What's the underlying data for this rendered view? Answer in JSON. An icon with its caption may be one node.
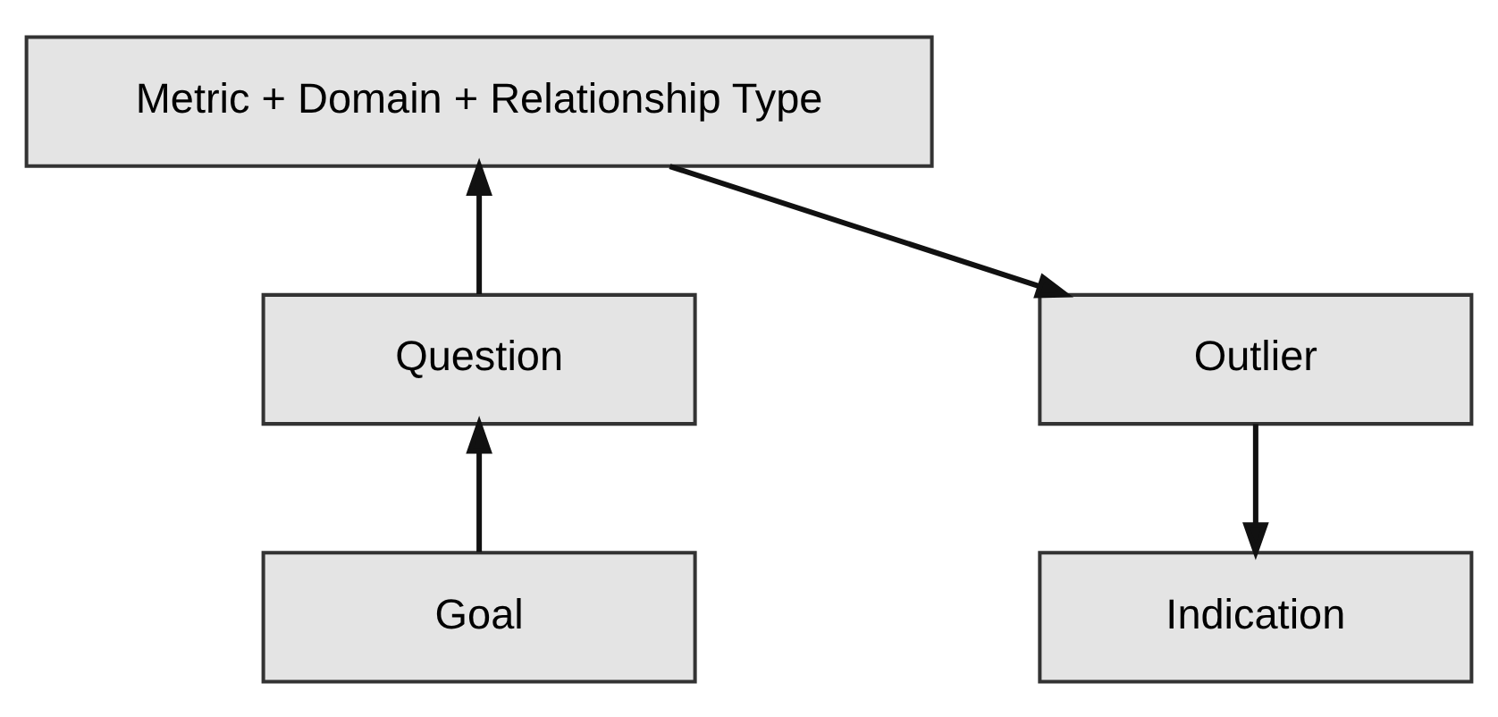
{
  "diagram": {
    "nodes": [
      {
        "text": [
          "Goal"
        ]
      },
      {
        "text": [
          "Question"
        ]
      },
      {
        "text": [
          "Metric + Domain + Relationship Type"
        ]
      },
      {
        "text": [
          "Outlier"
        ]
      },
      {
        "text": [
          "Indication"
        ]
      }
    ],
    "edges": [
      {
        "from": 0,
        "to": 1,
        "arrow": "to"
      },
      {
        "from": 1,
        "to": 2,
        "arrow": "to"
      },
      {
        "from": 2,
        "to": 3,
        "arrow": "to"
      },
      {
        "from": 3,
        "to": 4,
        "arrow": "to"
      }
    ]
  }
}
